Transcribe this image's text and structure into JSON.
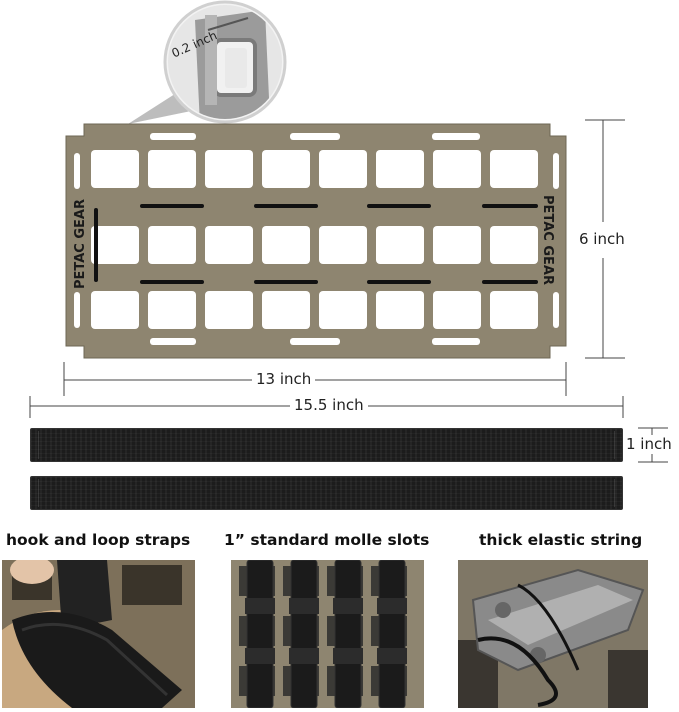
{
  "product": {
    "brand_left": "PETAC GEAR",
    "brand_right": "PETAC GEAR",
    "panel_color": "#8e8570",
    "strap_color": "#1c1c1c"
  },
  "dimensions": {
    "callout": "0.2 inch",
    "height": "6 inch",
    "inner_width": "13 inch",
    "outer_width": "15.5 inch",
    "strap_width": "1 inch"
  },
  "features": [
    {
      "caption": "hook and loop straps"
    },
    {
      "caption": "1”  standard molle slots"
    },
    {
      "caption": "thick elastic string"
    }
  ]
}
